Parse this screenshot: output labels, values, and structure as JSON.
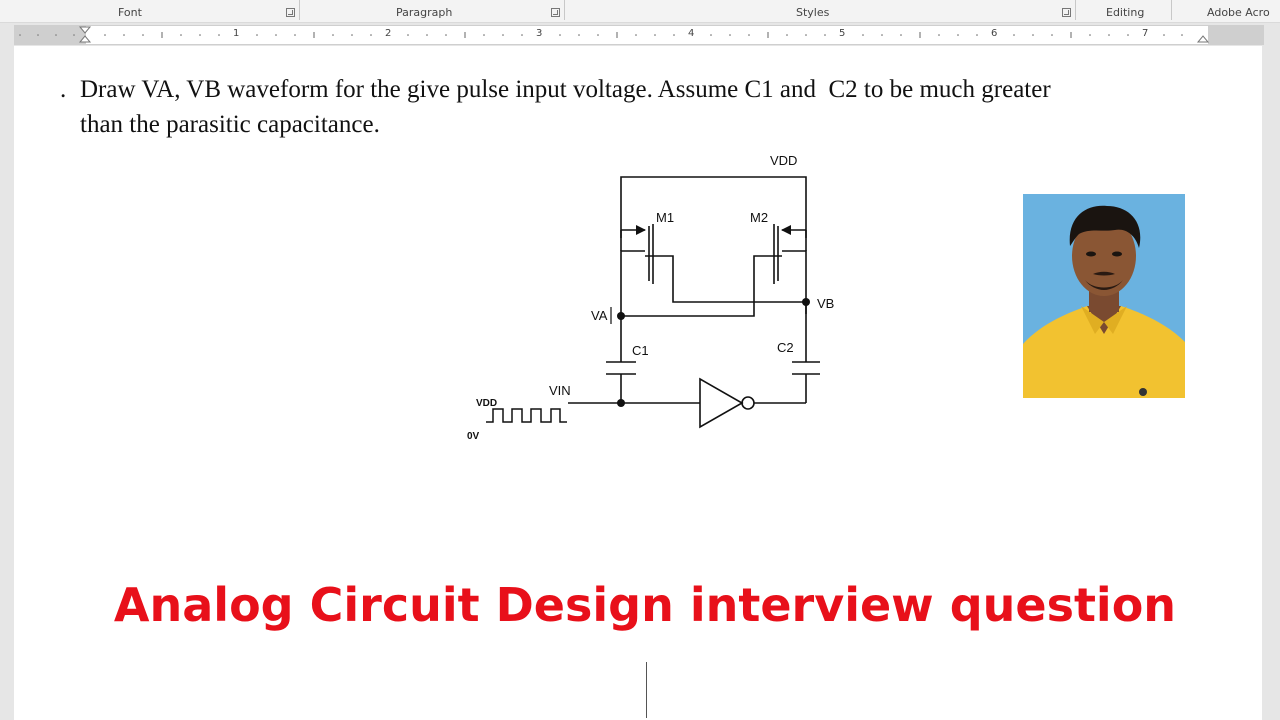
{
  "ribbon": {
    "groups": [
      {
        "label": "Font"
      },
      {
        "label": "Paragraph"
      },
      {
        "label": "Styles"
      },
      {
        "label": "Editing"
      },
      {
        "label": "Adobe Acro"
      }
    ]
  },
  "ruler": {
    "numbers": [
      "1",
      "2",
      "3",
      "4",
      "5",
      "6",
      "7"
    ]
  },
  "document": {
    "bullet": ".",
    "question_line1": "Draw VA, VB waveform for the give pulse input voltage. Assume C1 and  C2 to be much greater",
    "question_line2": "than the parasitic capacitance.",
    "headline": "Analog Circuit Design interview question"
  },
  "circuit": {
    "labels": {
      "vdd_top": "VDD",
      "m1": "M1",
      "m2": "M2",
      "va": "VA",
      "vb": "VB",
      "c1": "C1",
      "c2": "C2",
      "vin": "VIN",
      "pulse_high": "VDD",
      "pulse_low": "0V"
    }
  },
  "colors": {
    "headline": "#e8101a",
    "photo_bg": "#6ab2e0",
    "shirt": "#f2c230"
  }
}
